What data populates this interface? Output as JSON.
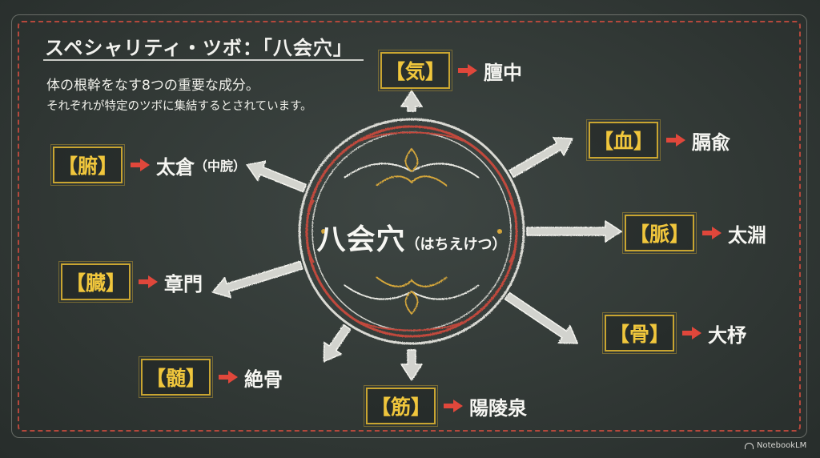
{
  "title": "スペシャリティ・ツボ：「八会穴」",
  "description": [
    "体の根幹をなす8つの重要な成分。",
    "それぞれが特定のツボに集結するとされています。"
  ],
  "center": {
    "name": "八会穴",
    "reading": "（はちえけつ）"
  },
  "nodes": [
    {
      "kanji": "【気】",
      "acupoint": "膻中",
      "note": ""
    },
    {
      "kanji": "【血】",
      "acupoint": "膈兪",
      "note": ""
    },
    {
      "kanji": "【脈】",
      "acupoint": "太淵",
      "note": ""
    },
    {
      "kanji": "【骨】",
      "acupoint": "大杼",
      "note": ""
    },
    {
      "kanji": "【筋】",
      "acupoint": "陽陵泉",
      "note": ""
    },
    {
      "kanji": "【髄】",
      "acupoint": "絶骨",
      "note": ""
    },
    {
      "kanji": "【臓】",
      "acupoint": "章門",
      "note": ""
    },
    {
      "kanji": "【腑】",
      "acupoint": "太倉",
      "note": "（中脘）"
    }
  ],
  "colors": {
    "board": "#323936",
    "accent_gold": "#f0c63c",
    "accent_red": "#e0473b",
    "chalk": "#f2f2ee"
  },
  "branding": "NotebookLM"
}
